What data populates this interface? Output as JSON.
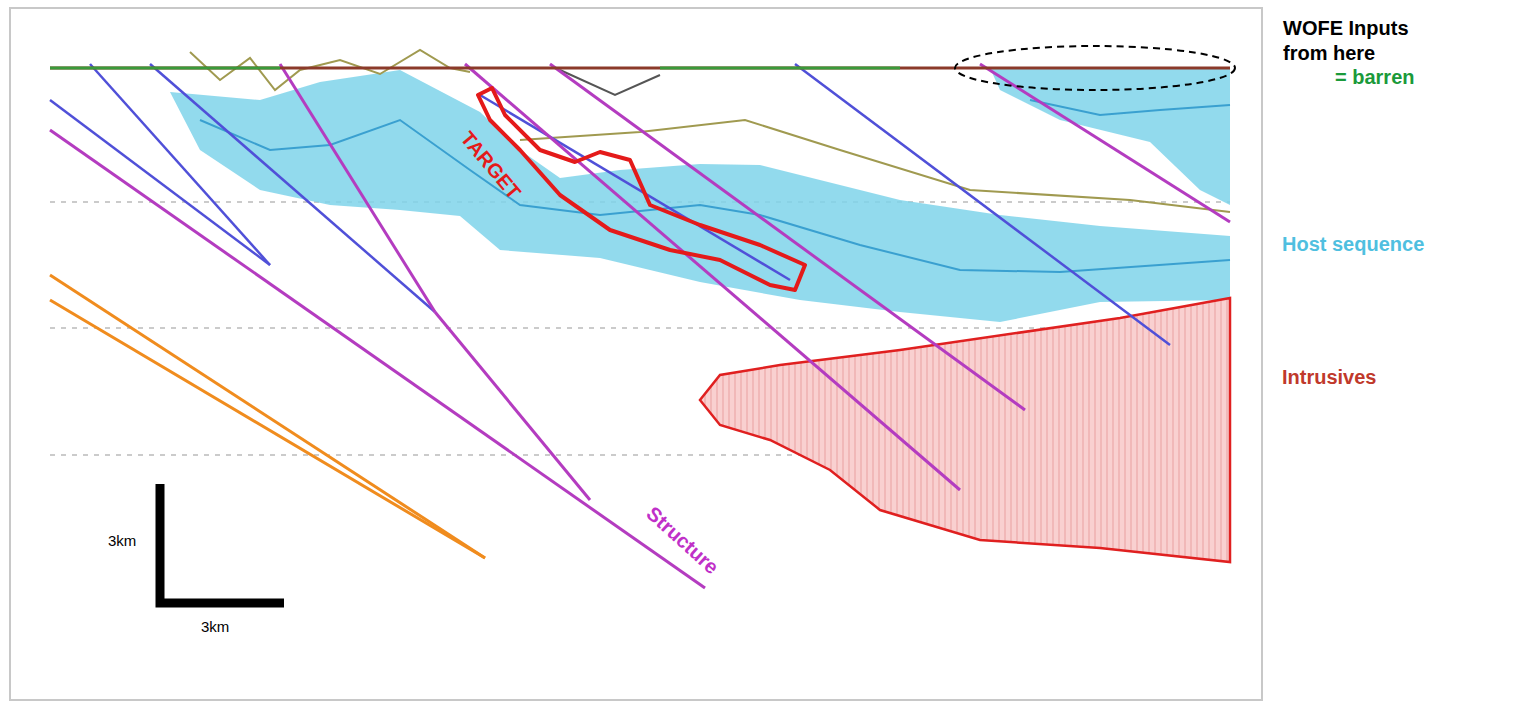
{
  "diagram": {
    "nodes": [
      {
        "text": [
          "TARGET"
        ]
      }
    ],
    "labels": [
      "WOFE Inputs from here",
      "= barren",
      "Host sequence",
      "Intrusives",
      "Structure",
      "3km",
      "3km"
    ]
  }
}
